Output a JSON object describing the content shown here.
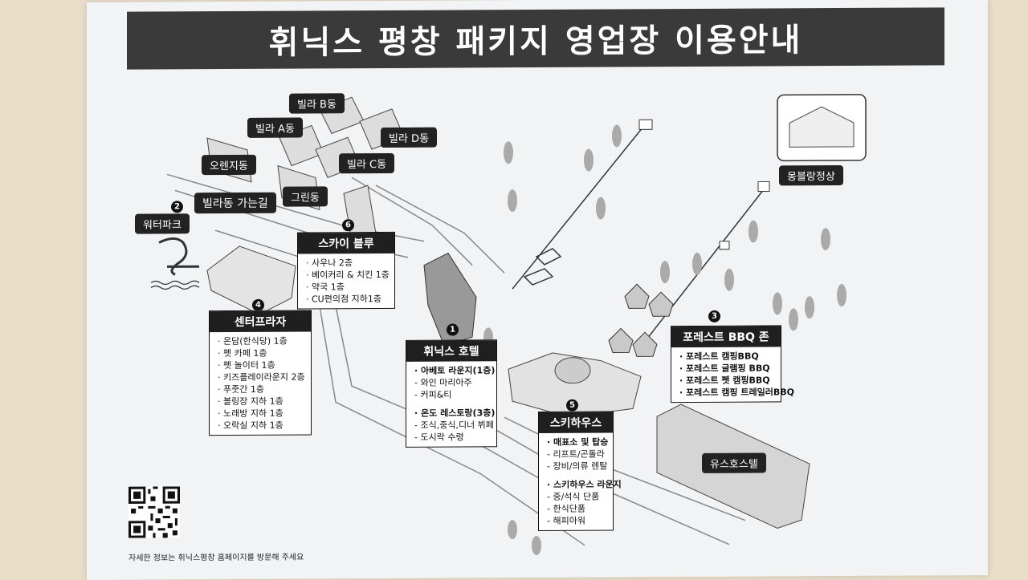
{
  "title": "휘닉스 평창 패키지 영업장 이용안내",
  "building_tags": {
    "villa_b": "빌라 B동",
    "villa_a": "빌라 A동",
    "villa_d": "빌라 D동",
    "villa_c": "빌라 C동",
    "orange": "오렌지동",
    "green": "그린동",
    "villa_road": "빌라동 가는길",
    "waterpark": "워터파크",
    "mongbllang": "몽블랑정상",
    "youth_hostel": "유스호스텔"
  },
  "markers": {
    "n1": "1",
    "n2": "2",
    "n3": "3",
    "n4": "4",
    "n5": "5",
    "n6": "6"
  },
  "sky_blue": {
    "header": "스카이 블루",
    "items": [
      "· 사우나 2층",
      "· 베이커리 & 치킨 1층",
      "· 약국 1층",
      "· CU편의점 지하1층"
    ]
  },
  "center_plaza": {
    "header": "센터프라자",
    "items": [
      "· 온담(한식당) 1층",
      "· 펫 카페 1층",
      "· 펫 놀이터 1층",
      "· 키즈플레이라운지 2층",
      "· 푸줏간 1층",
      "· 볼링장 지하 1층",
      "· 노래방 지하 1층",
      "· 오락실 지하 1층"
    ]
  },
  "phoenix_hotel": {
    "header": "휘닉스 호텔",
    "items": [
      "· 아베토 라운지(1층)",
      "- 와인 마리아주",
      "- 커피&티",
      "· 온도 레스토랑(3층)",
      "- 조식,중식,디너 뷔페",
      "- 도시락 수령"
    ]
  },
  "forest_bbq": {
    "header": "포레스트 BBQ 존",
    "items": [
      "· 포레스트 캠핑BBQ",
      "· 포레스트 글램핑 BBQ",
      "· 포레스트 펫 캠핑BBQ",
      "· 포레스트 캠핑 트레일러BBQ"
    ]
  },
  "ski_house": {
    "header": "스키하우스",
    "items": [
      "· 매표소 및 탑승",
      "- 리프트/곤돌라",
      "- 장비/의류 렌탈",
      "· 스키하우스 라운지",
      "- 중/석식 단품",
      "- 한식단품",
      "- 해피아워"
    ]
  },
  "footer": "자세한 정보는 휘닉스평창 홈페이지를 방문해 주세요"
}
